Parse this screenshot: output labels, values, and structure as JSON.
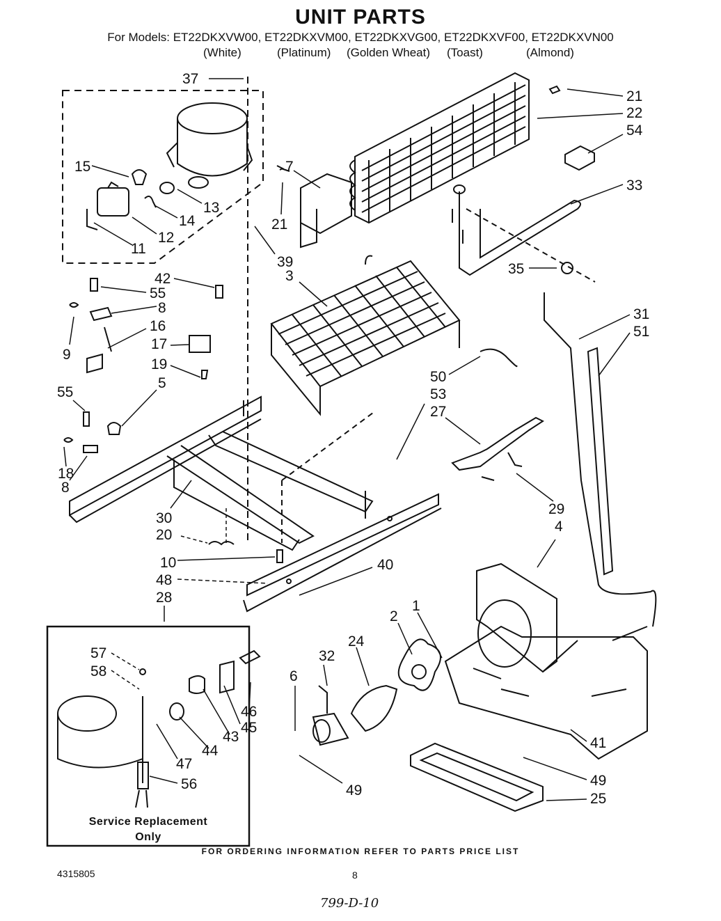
{
  "header": {
    "title": "UNIT PARTS",
    "models_line": "For Models: ET22DKXVW00, ET22DKXVM00, ET22DKXVG00, ET22DKXVF00, ET22DKXVN00",
    "colors": [
      "(White)",
      "(Platinum)",
      "(Golden Wheat)",
      "(Toast)",
      "(Almond)"
    ]
  },
  "callouts": [
    "37",
    "21",
    "22",
    "54",
    "33",
    "7",
    "21",
    "15",
    "14",
    "13",
    "12",
    "11",
    "39",
    "35",
    "42",
    "55",
    "8",
    "3",
    "31",
    "51",
    "9",
    "16",
    "17",
    "19",
    "5",
    "50",
    "53",
    "27",
    "55",
    "18",
    "8",
    "29",
    "30",
    "20",
    "4",
    "10",
    "40",
    "48",
    "28",
    "57",
    "58",
    "46",
    "45",
    "43",
    "44",
    "47",
    "56",
    "2",
    "1",
    "32",
    "24",
    "6",
    "41",
    "49",
    "25",
    "49"
  ],
  "inset": {
    "label_line1": "Service Replacement",
    "label_line2": "Only"
  },
  "footer": {
    "ordering_note": "FOR ORDERING INFORMATION REFER TO PARTS PRICE LIST",
    "doc_number": "4315805",
    "page_number": "8",
    "handwritten_note": "799-D-10"
  }
}
